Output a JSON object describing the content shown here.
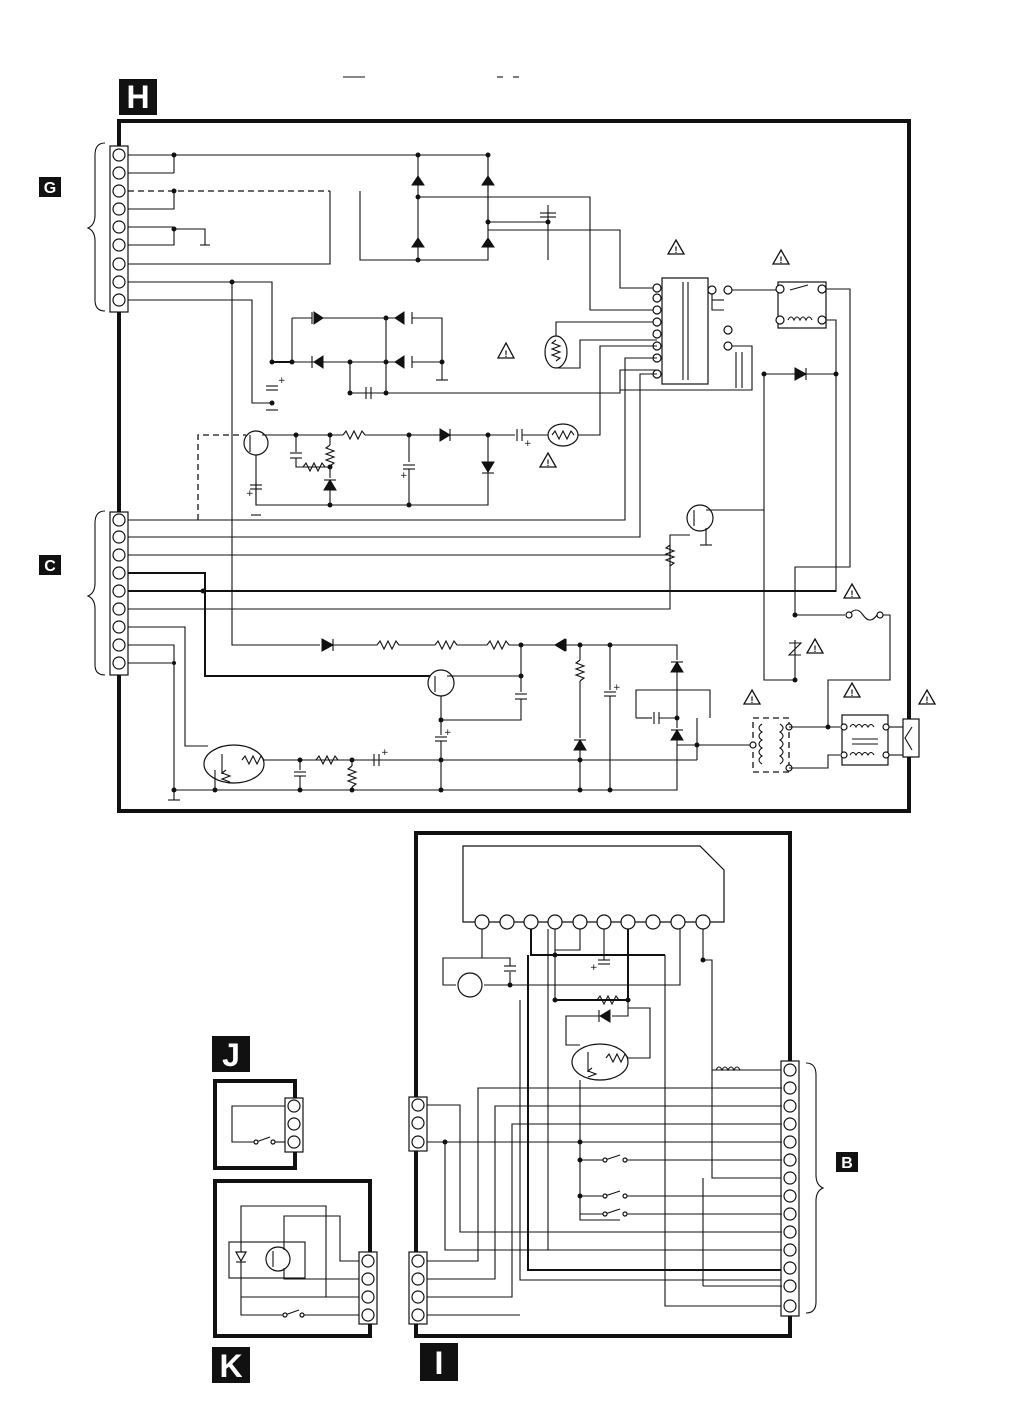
{
  "labels": {
    "H": "H",
    "G": "G",
    "C": "C",
    "I": "I",
    "J": "J",
    "K": "K",
    "B": "B"
  },
  "warning_symbol": "!",
  "colors": {
    "ink": "#111111",
    "paper": "#ffffff"
  }
}
